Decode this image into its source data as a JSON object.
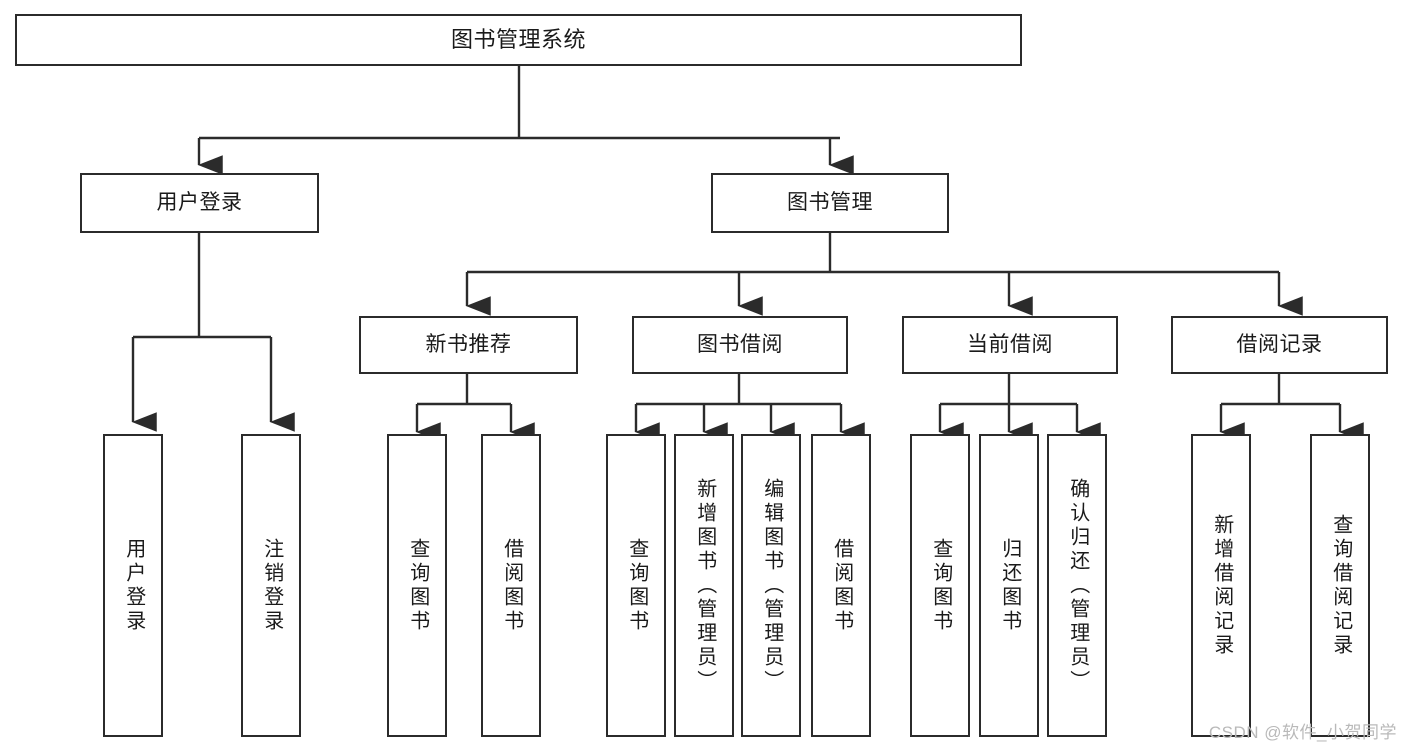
{
  "diagram": {
    "type": "tree-hierarchy",
    "title": "图书管理系统",
    "root": {
      "label": "图书管理系统"
    },
    "level2": [
      {
        "id": "user-login",
        "label": "用户登录"
      },
      {
        "id": "book-manage",
        "label": "图书管理"
      }
    ],
    "level3": [
      {
        "id": "new-book-recommend",
        "label": "新书推荐",
        "parent": "book-manage"
      },
      {
        "id": "book-borrow",
        "label": "图书借阅",
        "parent": "book-manage"
      },
      {
        "id": "current-borrow",
        "label": "当前借阅",
        "parent": "book-manage"
      },
      {
        "id": "borrow-record",
        "label": "借阅记录",
        "parent": "book-manage"
      }
    ],
    "leaves": [
      {
        "id": "leaf-user-login",
        "label": "用户登录",
        "parent": "user-login"
      },
      {
        "id": "leaf-logout-login",
        "label": "注销登录",
        "parent": "user-login"
      },
      {
        "id": "leaf-query-book-1",
        "label": "查询图书",
        "parent": "new-book-recommend"
      },
      {
        "id": "leaf-borrow-book-1",
        "label": "借阅图书",
        "parent": "new-book-recommend"
      },
      {
        "id": "leaf-query-book-2",
        "label": "查询图书",
        "parent": "book-borrow"
      },
      {
        "id": "leaf-add-book",
        "label": "新增图书（管理员）",
        "parent": "book-borrow"
      },
      {
        "id": "leaf-edit-book",
        "label": "编辑图书（管理员）",
        "parent": "book-borrow"
      },
      {
        "id": "leaf-borrow-book-2",
        "label": "借阅图书",
        "parent": "book-borrow"
      },
      {
        "id": "leaf-query-book-3",
        "label": "查询图书",
        "parent": "current-borrow"
      },
      {
        "id": "leaf-return-book",
        "label": "归还图书",
        "parent": "current-borrow"
      },
      {
        "id": "leaf-confirm-return",
        "label": "确认归还（管理员）",
        "parent": "current-borrow"
      },
      {
        "id": "leaf-add-record",
        "label": "新增借阅记录",
        "parent": "borrow-record"
      },
      {
        "id": "leaf-query-record",
        "label": "查询借阅记录",
        "parent": "borrow-record"
      }
    ]
  },
  "watermark": {
    "text": "CSDN @软件_小贺同学"
  },
  "colors": {
    "stroke": "#2b2b2b",
    "background": "#ffffff",
    "text": "#1a1a1a",
    "watermark": "#b9b9b9"
  }
}
